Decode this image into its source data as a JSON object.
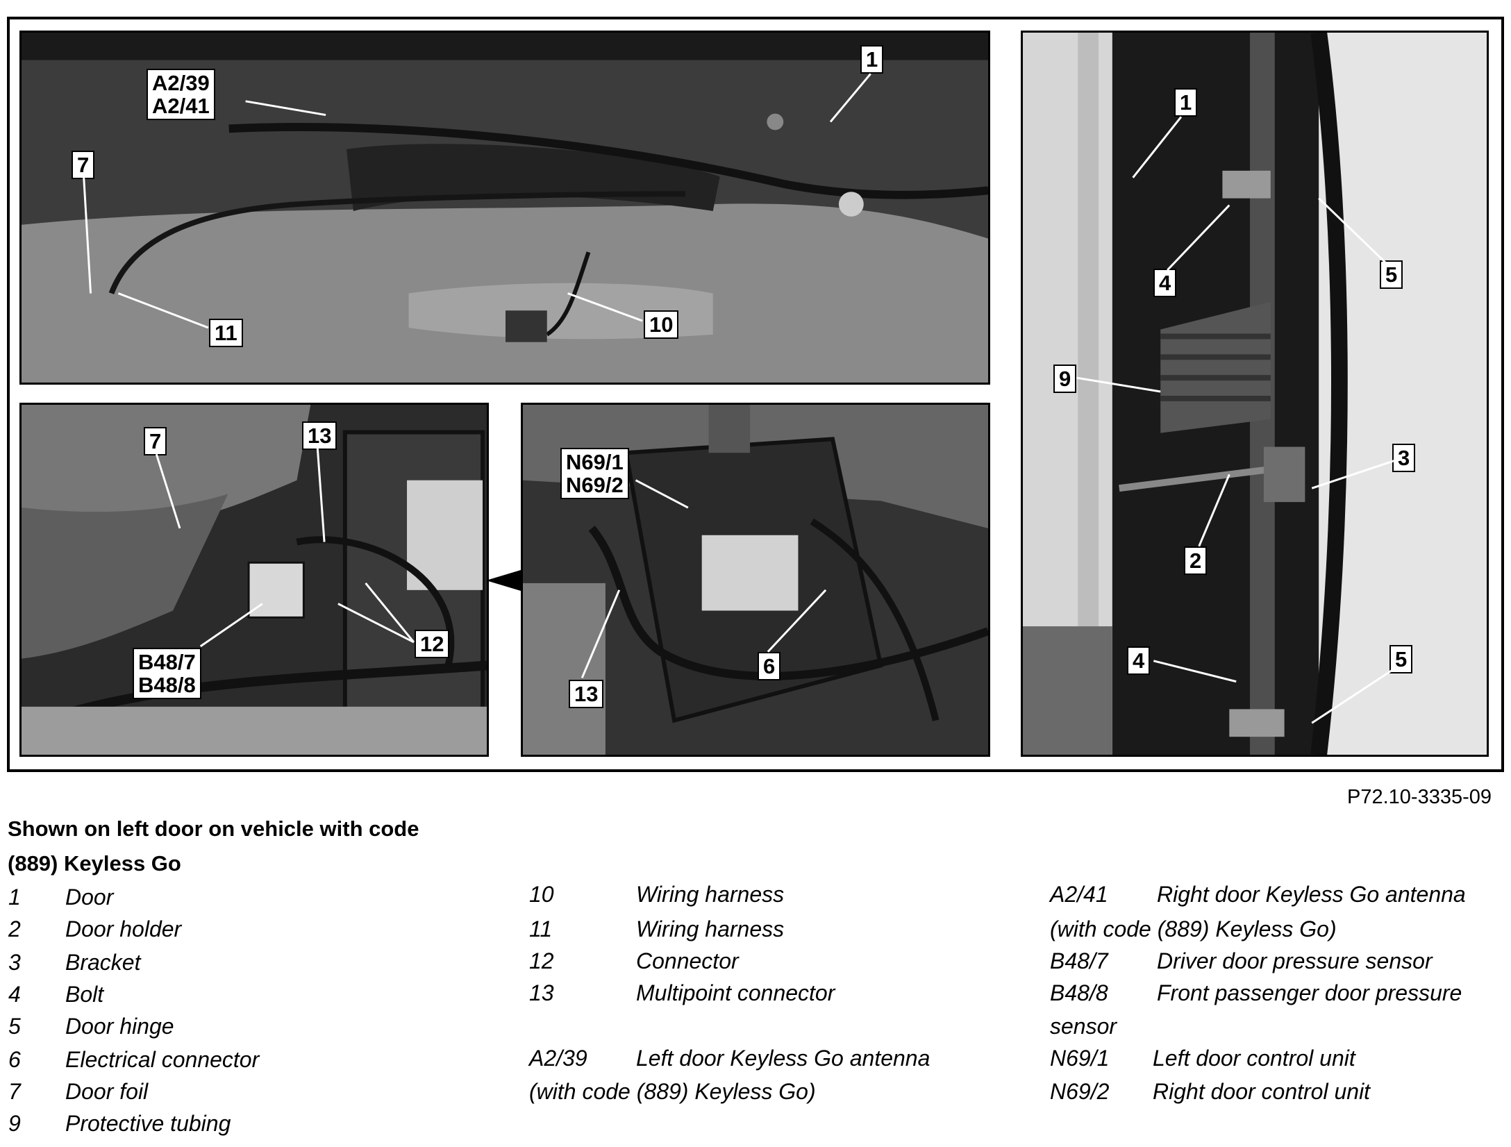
{
  "figure": {
    "code": "P72.10-3335-09",
    "callouts": {
      "tl_a2": "A2/39\nA2/41",
      "tl_1": "1",
      "tl_7": "7",
      "tl_11": "11",
      "tl_10": "10",
      "bl_7": "7",
      "bl_13": "13",
      "bl_12": "12",
      "bl_b48": "B48/7\nB48/8",
      "bm_n69": "N69/1\nN69/2",
      "bm_13": "13",
      "bm_6": "6",
      "r_1": "1",
      "r_4a": "4",
      "r_5a": "5",
      "r_9": "9",
      "r_3": "3",
      "r_2": "2",
      "r_4b": "4",
      "r_5b": "5"
    }
  },
  "legend": {
    "heading_line1": "Shown on left door on vehicle with code",
    "heading_line2": "(889) Keyless Go",
    "col1": [
      {
        "num": "1",
        "text": "Door"
      },
      {
        "num": "2",
        "text": "Door holder"
      },
      {
        "num": "3",
        "text": "Bracket"
      },
      {
        "num": "4",
        "text": "Bolt"
      },
      {
        "num": "5",
        "text": "Door hinge"
      },
      {
        "num": "6",
        "text": "Electrical connector"
      },
      {
        "num": "7",
        "text": "Door foil"
      },
      {
        "num": "9",
        "text": "Protective tubing"
      }
    ],
    "col2": [
      {
        "num": "10",
        "text": "Wiring harness"
      },
      {
        "num": "11",
        "text": "Wiring harness"
      },
      {
        "num": "12",
        "text": "Connector"
      },
      {
        "num": "13",
        "text": "Multipoint connector"
      }
    ],
    "col2_a239": {
      "num": "A2/39",
      "text": "Left door Keyless Go antenna",
      "cont": "(with code (889) Keyless Go)"
    },
    "col3_a241": {
      "num": "A2/41",
      "text": "Right door Keyless Go antenna",
      "cont": "(with code (889) Keyless Go)"
    },
    "col3": [
      {
        "num": "B48/7",
        "text": "Driver door pressure sensor"
      },
      {
        "num": "B48/8",
        "text": "Front passenger door pressure"
      }
    ],
    "col3_cont": "sensor",
    "col3_b": [
      {
        "num": "N69/1",
        "text": "Left door control unit"
      },
      {
        "num": "N69/2",
        "text": "Right door control unit"
      }
    ]
  }
}
